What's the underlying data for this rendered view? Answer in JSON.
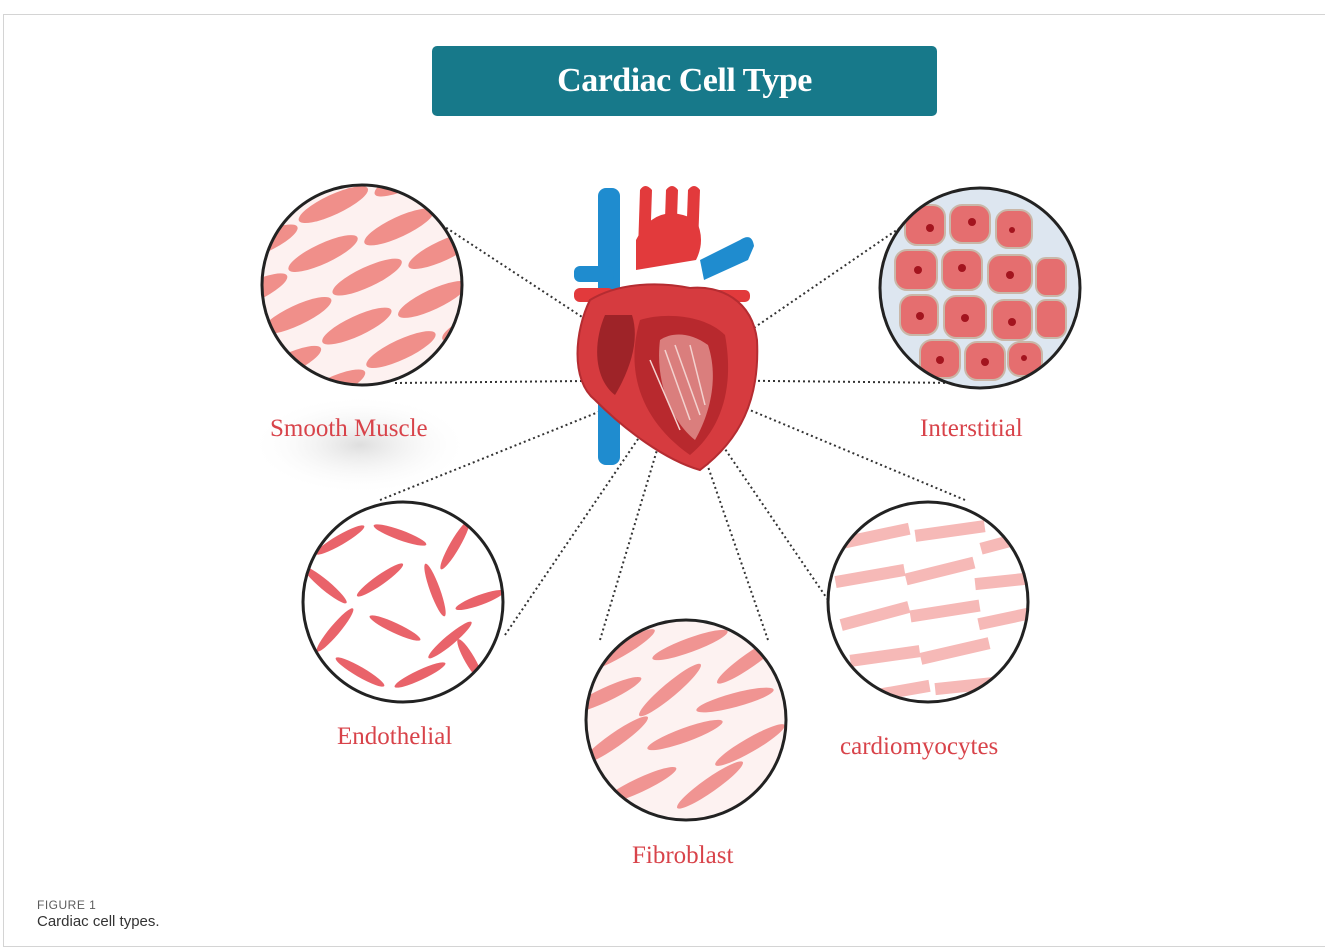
{
  "title": "Cardiac Cell Type",
  "cell_types": [
    {
      "id": "smooth-muscle",
      "label": "Smooth Muscle"
    },
    {
      "id": "interstitial",
      "label": "Interstitial"
    },
    {
      "id": "endothelial",
      "label": "Endothelial"
    },
    {
      "id": "fibroblast",
      "label": "Fibroblast"
    },
    {
      "id": "cardiomyocytes",
      "label": "cardiomyocytes"
    }
  ],
  "caption": {
    "figure_label": "FIGURE 1",
    "text": "Cardiac cell types."
  },
  "colors": {
    "title_background": "#17798a",
    "label": "#d8434a",
    "heart_red": "#d63b3f",
    "vessel_blue": "#1f8ccf"
  }
}
